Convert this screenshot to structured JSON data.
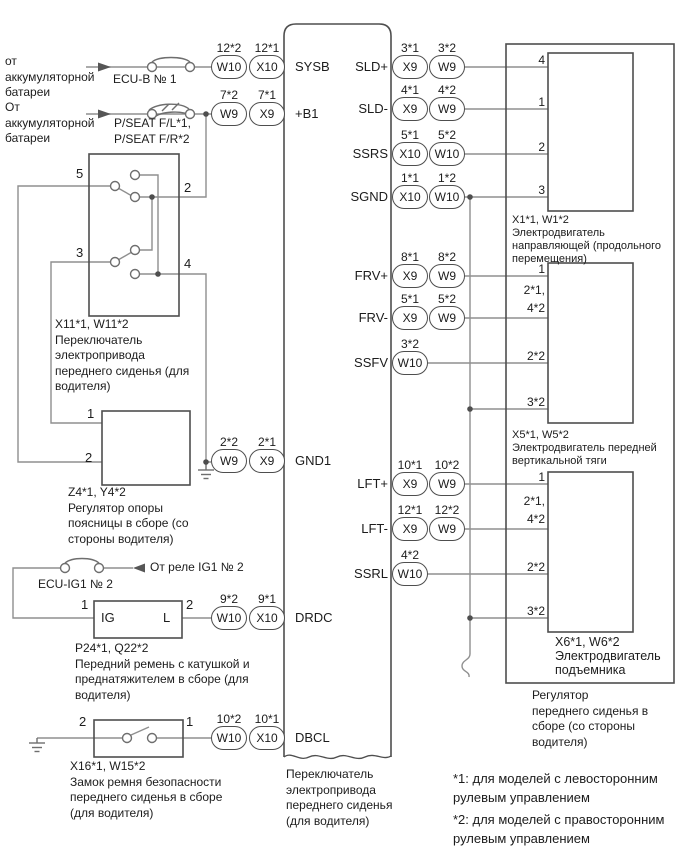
{
  "diagram_colors": {
    "wire": "#8f8f8f",
    "component": "#4e4e4e",
    "text": "#1c1c1c",
    "background": "#ffffff"
  },
  "left_circuits": {
    "sysb": {
      "source": "от\nаккумуляторной\nбатареи",
      "fuse": "ECU-B № 1",
      "pin": "SYSB",
      "conn": [
        {
          "num": "12*2",
          "label": "W10"
        },
        {
          "num": "12*1",
          "label": "X10"
        }
      ]
    },
    "b1": {
      "source": "От\nаккумуляторной\nбатареи",
      "fuse": "P/SEAT F/L*1,\nP/SEAT F/R*2",
      "pin": "+B1",
      "conn": [
        {
          "num": "7*2",
          "label": "W9"
        },
        {
          "num": "7*1",
          "label": "X9"
        }
      ]
    },
    "gnd1": {
      "pin": "GND1",
      "conn": [
        {
          "num": "2*2",
          "label": "W9"
        },
        {
          "num": "2*1",
          "label": "X9"
        }
      ]
    },
    "drdc": {
      "relay_note": "От реле IG1 № 2",
      "fuse": "ECU-IG1 № 2",
      "pin": "DRDC",
      "conn": [
        {
          "num": "9*2",
          "label": "W10"
        },
        {
          "num": "9*1",
          "label": "X10"
        }
      ]
    },
    "dbcl": {
      "pin": "DBCL",
      "conn": [
        {
          "num": "10*2",
          "label": "W10"
        },
        {
          "num": "10*1",
          "label": "X10"
        }
      ]
    }
  },
  "components": {
    "seat_switch": {
      "label": "X11*1, W11*2\nПереключатель\nэлектропривода\nпереднего сиденья (для\nводителя)",
      "pin5": "5",
      "pin2": "2",
      "pin3": "3",
      "pin4": "4"
    },
    "lumbar_support": {
      "label": "Z4*1, Y4*2\nРегулятор опоры\nпоясницы в сборе (со\nстороны водителя)",
      "pin1": "1",
      "pin2": "2"
    },
    "belt_pretensioner": {
      "label": "P24*1, Q22*2\nПередний ремень с катушкой и\nпреднатяжителем в сборе (для\nводителя)",
      "pin1": "1",
      "pin2": "2",
      "term_ig": "IG",
      "term_l": "L"
    },
    "belt_buckle": {
      "label": "X16*1, W15*2\nЗамок ремня безопасности\nпереднего сиденья в сборе\n(для водителя)",
      "pin1": "1",
      "pin2": "2"
    },
    "switch_module_label": "Переключатель\nэлектропривода\nпереднего сиденья\n(для водителя)",
    "seat_adjuster_label": "Регулятор\nпереднего сиденья в\nсборе (со стороны\nводителя)"
  },
  "right_circuits": [
    {
      "pin": "SLD+",
      "conn": [
        {
          "num": "3*1",
          "label": "X9"
        },
        {
          "num": "3*2",
          "label": "W9"
        }
      ]
    },
    {
      "pin": "SLD-",
      "conn": [
        {
          "num": "4*1",
          "label": "X9"
        },
        {
          "num": "4*2",
          "label": "W9"
        }
      ]
    },
    {
      "pin": "SSRS",
      "conn": [
        {
          "num": "5*1",
          "label": "X10"
        },
        {
          "num": "5*2",
          "label": "W10"
        }
      ]
    },
    {
      "pin": "SGND",
      "conn": [
        {
          "num": "1*1",
          "label": "X10"
        },
        {
          "num": "1*2",
          "label": "W10"
        }
      ]
    },
    {
      "pin": "FRV+",
      "conn": [
        {
          "num": "8*1",
          "label": "X9"
        },
        {
          "num": "8*2",
          "label": "W9"
        }
      ]
    },
    {
      "pin": "FRV-",
      "conn": [
        {
          "num": "5*1",
          "label": "X9"
        },
        {
          "num": "5*2",
          "label": "W9"
        }
      ]
    },
    {
      "pin": "SSFV",
      "conn": [
        {
          "num": "3*2",
          "label": "W10"
        }
      ]
    },
    {
      "pin": "LFT+",
      "conn": [
        {
          "num": "10*1",
          "label": "X9"
        },
        {
          "num": "10*2",
          "label": "W9"
        }
      ]
    },
    {
      "pin": "LFT-",
      "conn": [
        {
          "num": "12*1",
          "label": "X9"
        },
        {
          "num": "12*2",
          "label": "W9"
        }
      ]
    },
    {
      "pin": "SSRL",
      "conn": [
        {
          "num": "4*2",
          "label": "W10"
        }
      ]
    }
  ],
  "motors": [
    {
      "label": "X1*1, W1*2\nЭлектродвигатель\nнаправляющей (продольного\nперемещения)",
      "pins": [
        "4",
        "1",
        "2",
        "3"
      ]
    },
    {
      "label": "X5*1, W5*2\nЭлектродвигатель передней\nвертикальной тяги",
      "pins": [
        "1",
        "2*1,",
        "4*2",
        "2*2",
        "3*2"
      ]
    },
    {
      "label": "X6*1, W6*2\nЭлектродвигатель\nподъемника",
      "pins": [
        "1",
        "2*1,",
        "4*2",
        "2*2",
        "3*2"
      ]
    }
  ],
  "notes": [
    "*1: для моделей с левосторонним\nрулевым управлением",
    "*2: для моделей с правосторонним\nрулевым управлением"
  ]
}
